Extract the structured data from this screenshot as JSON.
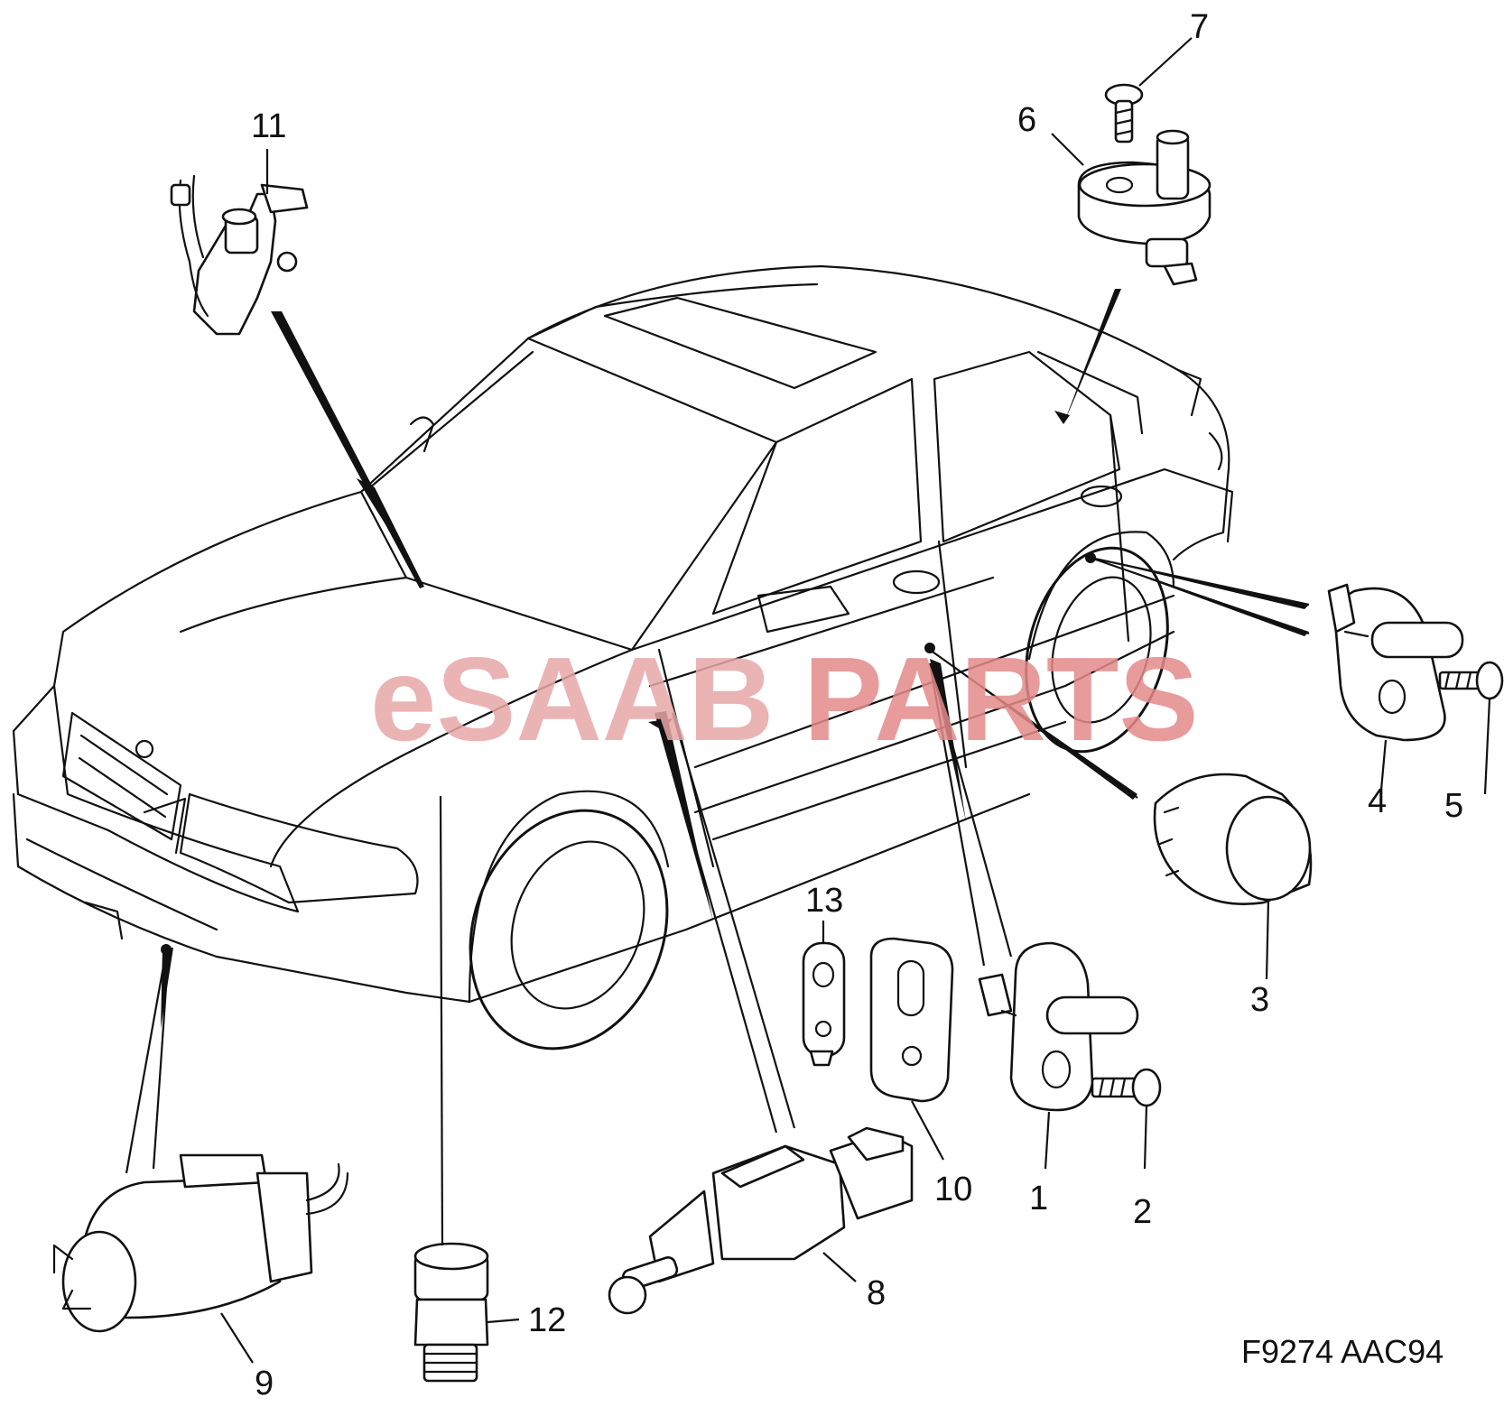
{
  "diagram": {
    "drawing_code": "F9274 AAC94",
    "watermark": {
      "left": "eSAAB",
      "right": "PARTS",
      "left_color": "#e8a8a8",
      "right_color": "#e58a8a"
    },
    "callouts": [
      "1",
      "2",
      "3",
      "4",
      "5",
      "6",
      "7",
      "8",
      "9",
      "10",
      "11",
      "12",
      "13"
    ]
  }
}
